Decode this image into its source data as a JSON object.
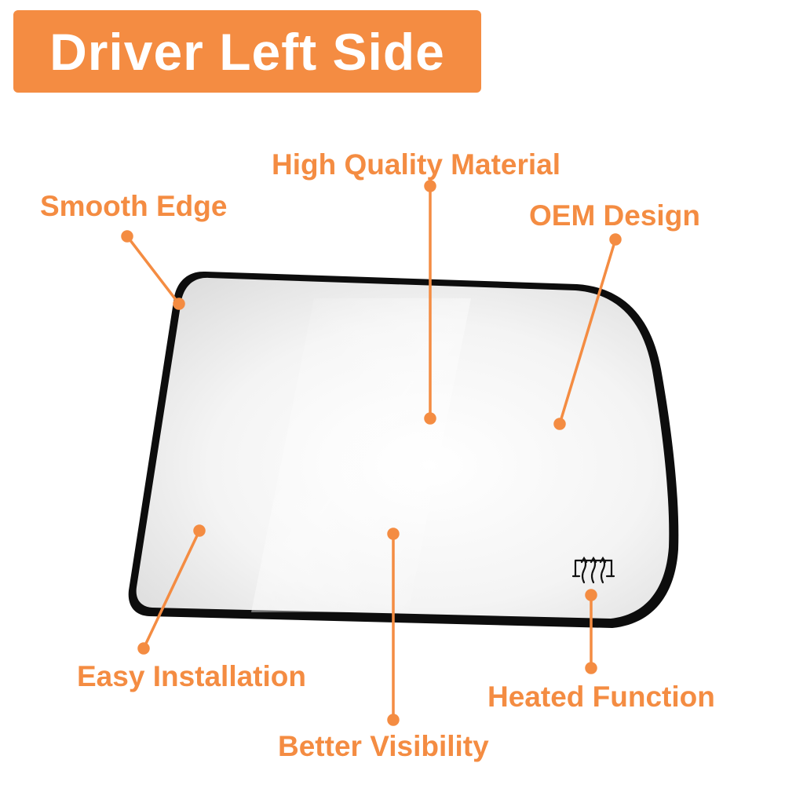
{
  "title": "Driver Left Side",
  "callouts": {
    "high_quality": "High Quality Material",
    "smooth_edge": "Smooth Edge",
    "oem_design": "OEM Design",
    "easy_install": "Easy Installation",
    "heated": "Heated Function",
    "visibility": "Better Visibility"
  },
  "colors": {
    "accent": "#f48c42",
    "frame": "#0d0d0d",
    "glass": "#f2f2f2"
  },
  "icons": {
    "heater": "rear-defrost-heater-icon"
  }
}
